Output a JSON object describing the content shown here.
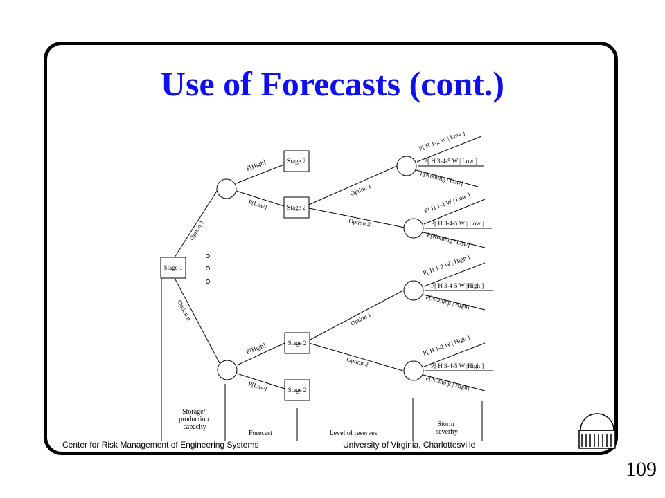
{
  "slide": {
    "title": "Use of Forecasts (cont.)",
    "page_number": "109",
    "footer_left": "Center for Risk Management of Engineering Systems",
    "footer_right": "University of Virginia, Charlottesville",
    "logo_icon": "rotunda-icon"
  },
  "tree": {
    "stage1": "Stage 1",
    "stage2": "Stage 2",
    "option1": "Option 1",
    "option2": "Option 2",
    "option_n": "Option n",
    "p_high": "P[High]",
    "p_low": "P[Low]",
    "low_outcomes": [
      "P[ H 1-2 W | Low ]",
      "P[ H 3-4-5 W | Low ]",
      "P[Nothing | Low]"
    ],
    "high_outcomes": [
      "P[ H 1-2 W | High ]",
      "P[ H 3-4-5 W |High ]",
      "P[Nothing | High]"
    ]
  },
  "columns": [
    "Storage/ production capacity",
    "Forecast",
    "Level of reserves",
    "Storm severity"
  ]
}
